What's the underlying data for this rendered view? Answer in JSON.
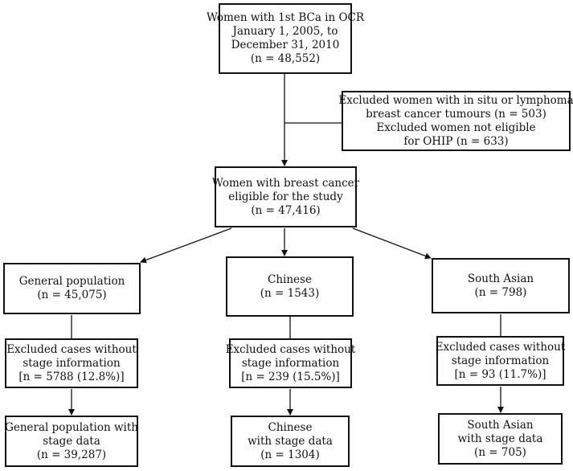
{
  "boxes": {
    "initial_cohort": {
      "lines": [
        "Women with 1st BCa in OCR",
        "January 1, 2005, to",
        "December 31, 2010",
        "(n = 48,552)"
      ]
    },
    "exclusions": {
      "lines": [
        "Excluded women with in situ or lymphoma",
        "breast cancer tumours (n = 503)",
        "Excluded women not eligible",
        "for OHIP (n = 633)"
      ]
    },
    "eligible": {
      "lines": [
        "Women with breast cancer",
        "eligible for the study",
        "(n = 47,416)"
      ]
    },
    "general_population": {
      "lines": [
        "General population",
        "(n = 45,075)"
      ]
    },
    "chinese": {
      "lines": [
        "Chinese",
        "(n = 1543)"
      ]
    },
    "south_asian": {
      "lines": [
        "South Asian",
        "(n = 798)"
      ]
    },
    "general_excluded": {
      "lines": [
        "Excluded cases without",
        "stage information",
        "[n = 5788 (12.8%)]"
      ]
    },
    "chinese_excluded": {
      "lines": [
        "Excluded cases without",
        "stage information",
        "[n = 239 (15.5%)]"
      ]
    },
    "south_asian_excluded": {
      "lines": [
        "Excluded cases without",
        "stage information",
        "[n = 93 (11.7%)]"
      ]
    },
    "general_final": {
      "lines": [
        "General population with",
        "stage data",
        "(n = 39,287)"
      ]
    },
    "chinese_final": {
      "lines": [
        "Chinese",
        "with stage data",
        "(n = 1304)"
      ]
    },
    "south_asian_final": {
      "lines": [
        "South Asian",
        "with stage data",
        "(n = 705)"
      ]
    }
  }
}
